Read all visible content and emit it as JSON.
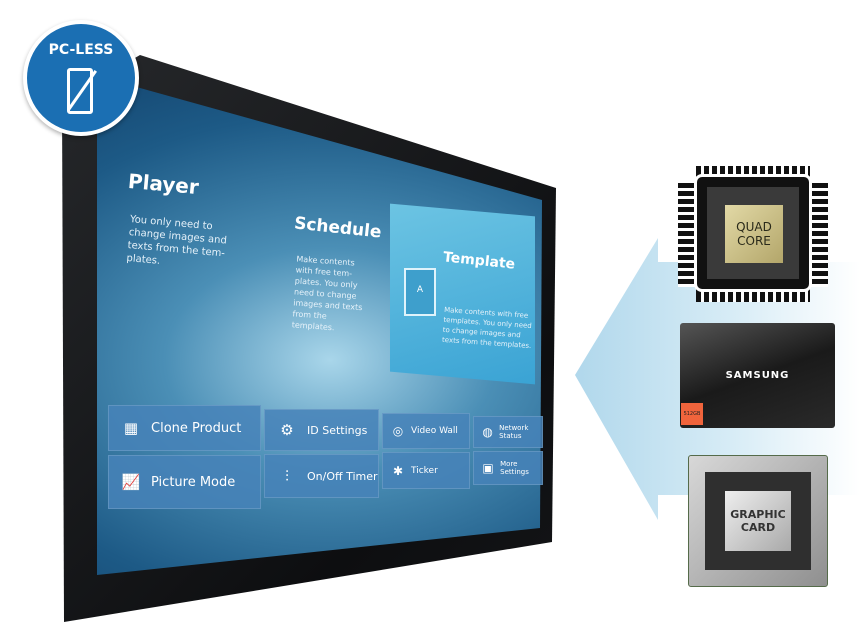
{
  "badge": {
    "label": "PC-LESS",
    "icon": "no-pc-icon",
    "color": "#1b6fb3"
  },
  "screen": {
    "player": {
      "title": "Player",
      "text": "You only need to change images and texts from the tem-plates."
    },
    "schedule": {
      "title": "Schedule",
      "text": "Make contents with free tem-plates. You only need to change images and texts from the templates."
    },
    "template": {
      "title": "Template",
      "text": "Make contents with free templates. You only need to change images and texts from the templates.",
      "icon": "template-icon"
    },
    "tiles": [
      {
        "label": "Clone Product",
        "icon": "qr-grid-icon"
      },
      {
        "label": "ID Settings",
        "icon": "gear-wrench-icon"
      },
      {
        "label": "Video Wall",
        "icon": "target-icon"
      },
      {
        "label": "Network Status",
        "icon": "globe-icon"
      },
      {
        "label": "Picture Mode",
        "icon": "monitor-chart-icon"
      },
      {
        "label": "On/Off Timer",
        "icon": "sliders-icon"
      },
      {
        "label": "Ticker",
        "icon": "puzzle-icon"
      },
      {
        "label": "More Settings",
        "icon": "device-icon"
      }
    ]
  },
  "components": {
    "cpu": {
      "label": "QUAD CORE"
    },
    "ssd": {
      "brand": "SAMSUNG",
      "capacity": "512GB",
      "accent": "#f0643c"
    },
    "gpu": {
      "label": "GRAPHIC CARD"
    }
  }
}
